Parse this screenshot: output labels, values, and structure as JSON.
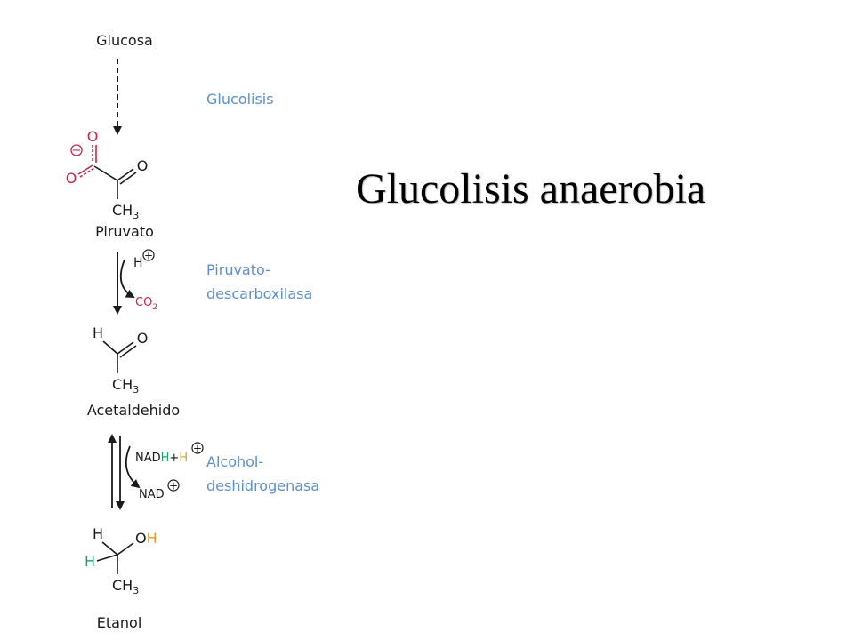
{
  "slide": {
    "title": "Glucolisis anaerobia"
  },
  "pathway": {
    "compounds": {
      "glucosa": "Glucosa",
      "piruvato": "Piruvato",
      "acetaldehido": "Acetaldehido",
      "etanol": "Etanol"
    },
    "enzymes": {
      "glucolisis": "Glucolisis",
      "descarboxilasa_line1": "Piruvato-",
      "descarboxilasa_line2": "descarboxilasa",
      "deshidrogenasa_line1": "Alcohol-",
      "deshidrogenasa_line2": "deshidrogenasa"
    },
    "atoms": {
      "O": "O",
      "H": "H",
      "CH": "CH",
      "sub3": "3",
      "CO": "CO",
      "sub2": "2",
      "NAD": "NAD",
      "plus": "+",
      "minus_charge": "−",
      "plus_charge": "+"
    }
  },
  "colors": {
    "black": "#1a1a1a",
    "enzyme_blue": "#5b8fc9",
    "carboxyl_red": "#c0284a",
    "hydrogen_green": "#1aa36b",
    "hydrogen_orange": "#e39a1c"
  }
}
